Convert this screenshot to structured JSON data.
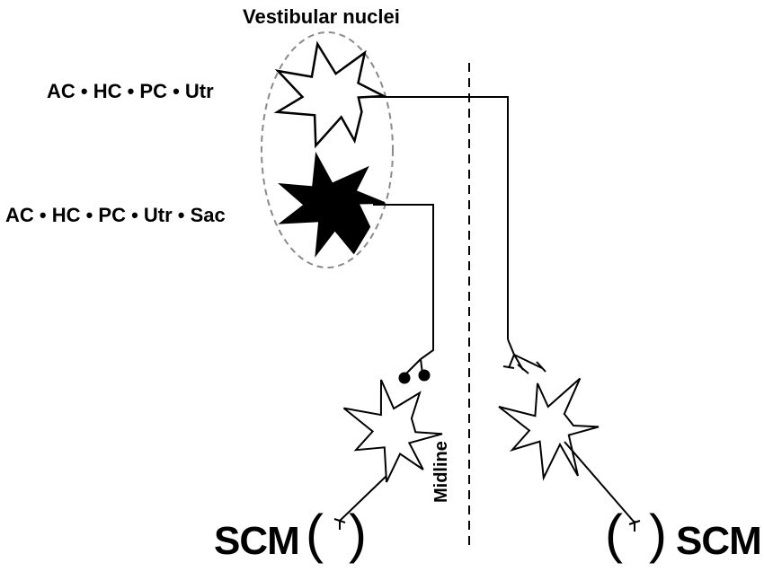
{
  "title": "Vestibular nuclei",
  "upper_neuron_label": "AC • HC • PC • Utr",
  "lower_neuron_label": "AC • HC • PC • Utr • Sac",
  "midline_label": "Midline",
  "left_muscle": {
    "name": "SCM",
    "open": "(",
    "close": ")"
  },
  "right_muscle": {
    "open": "(",
    "close": ")",
    "name": "SCM"
  },
  "colors": {
    "ink": "#000000",
    "ellipse_outline": "#8a8a8a",
    "background": "#ffffff"
  }
}
